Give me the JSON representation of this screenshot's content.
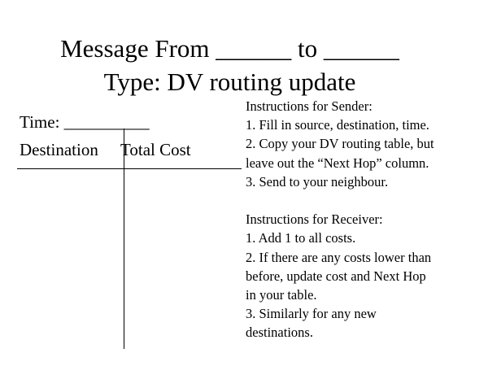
{
  "title": {
    "line1": "Message From ______ to ______",
    "line2": "Type: DV routing update"
  },
  "form": {
    "time_label": "Time: __________",
    "columns": [
      "Destination",
      "Total Cost"
    ]
  },
  "sender": {
    "heading": "Instructions for Sender:",
    "steps": [
      "1. Fill in source, destination, time.",
      "2. Copy your DV routing table, but",
      "leave out the “Next Hop” column.",
      "3. Send to your neighbour."
    ]
  },
  "receiver": {
    "heading": "Instructions for Receiver:",
    "steps": [
      "1. Add 1 to all costs.",
      "2. If there are any costs lower than",
      "before, update cost and Next Hop",
      "in your table.",
      "3. Similarly for any new",
      "destinations."
    ]
  }
}
